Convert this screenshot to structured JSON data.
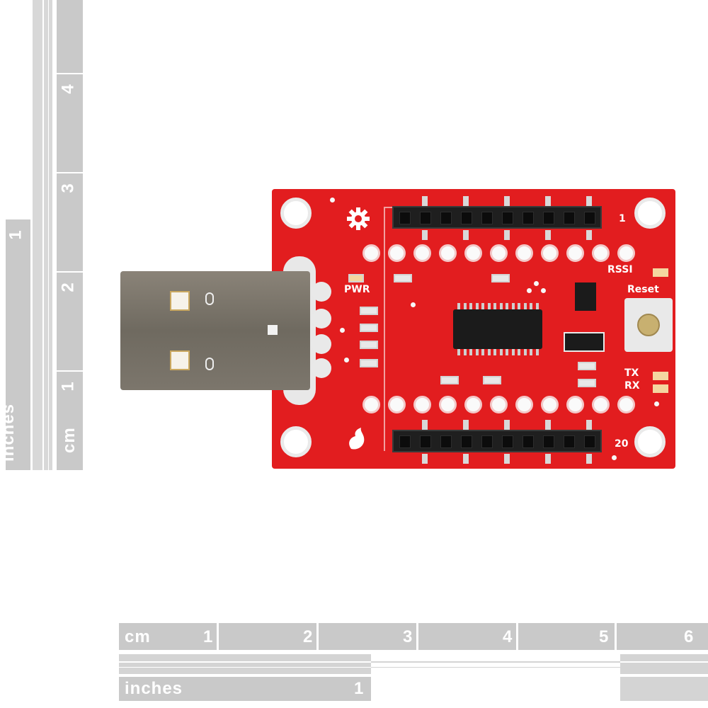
{
  "rulers": {
    "left": {
      "units_inches_label": "inches",
      "units_cm_label": "cm",
      "inch_ticks": [
        "1"
      ],
      "cm_ticks": [
        "1",
        "2",
        "3",
        "4"
      ]
    },
    "bottom": {
      "units_inches_label": "inches",
      "units_cm_label": "cm",
      "inch_ticks": [
        "1"
      ],
      "cm_ticks": [
        "1",
        "2",
        "3",
        "4",
        "5",
        "6"
      ]
    }
  },
  "board": {
    "silkscreen": {
      "pwr": "PWR",
      "rssi": "RSSI",
      "reset": "Reset",
      "tx": "TX",
      "rx": "RX",
      "pin_first": "1",
      "pin_last": "20"
    },
    "colors": {
      "pcb": "#e21d1f",
      "header": "#1f1f1f",
      "usb": "#7c766c"
    }
  }
}
